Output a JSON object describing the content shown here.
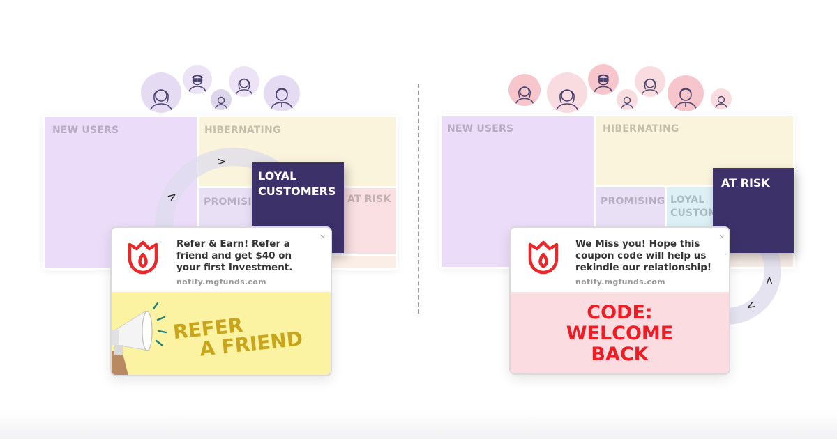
{
  "colors": {
    "new_users": "#ebdcfa",
    "hibernating": "#fbf4dc",
    "promising": "#e9e0f6",
    "at_risk": "#fbe0e3",
    "loyal_light": "#dcf0f6",
    "navy": "#3c3168",
    "brand_red": "#e8282b",
    "refer_banner": "#fbf3a2",
    "refer_text": "#c9a51c",
    "code_banner": "#fbdde1",
    "code_text": "#ee1c25",
    "avatar_purple": "#e5dcf3",
    "avatar_pink": "#f7c6cc",
    "avatar_pink_light": "#f9dcdf"
  },
  "left": {
    "segments": {
      "new_users": "NEW USERS",
      "hibernating": "HIBERNATING",
      "promising": "PROMISING",
      "at_risk": "AT RISK"
    },
    "highlight_line1": "LOYAL",
    "highlight_line2": "CUSTOMERS",
    "avatars": [
      {
        "icon": "woman-avatar-icon"
      },
      {
        "icon": "man-glasses-avatar-icon"
      },
      {
        "icon": "person-avatar-icon"
      },
      {
        "icon": "woman-avatar-icon"
      },
      {
        "icon": "man-avatar-icon"
      }
    ],
    "notification": {
      "message": "Refer & Earn! Refer a friend and get $40 on your first Investment.",
      "domain": "notify.mgfunds.com",
      "close": "×",
      "banner_line1": "REFER",
      "banner_line2": "A FRIEND",
      "banner_icon": "megaphone-icon"
    }
  },
  "right": {
    "segments": {
      "new_users": "NEW USERS",
      "hibernating": "HIBERNATING",
      "promising": "PROMISING",
      "loyal_line1": "LOYAL",
      "loyal_line2": "CUSTOM"
    },
    "highlight": "AT RISK",
    "avatars": [
      {
        "icon": "woman-avatar-icon"
      },
      {
        "icon": "woman-avatar-icon"
      },
      {
        "icon": "man-glasses-avatar-icon"
      },
      {
        "icon": "person-avatar-icon"
      },
      {
        "icon": "woman-avatar-icon"
      },
      {
        "icon": "man-avatar-icon"
      },
      {
        "icon": "person-avatar-icon"
      }
    ],
    "notification": {
      "message": "We Miss you! Hope this coupon code will help us rekindle our relationship!",
      "domain": "notify.mgfunds.com",
      "close": "×",
      "banner_line1": "CODE:",
      "banner_line2": "WELCOME",
      "banner_line3": "BACK"
    }
  }
}
